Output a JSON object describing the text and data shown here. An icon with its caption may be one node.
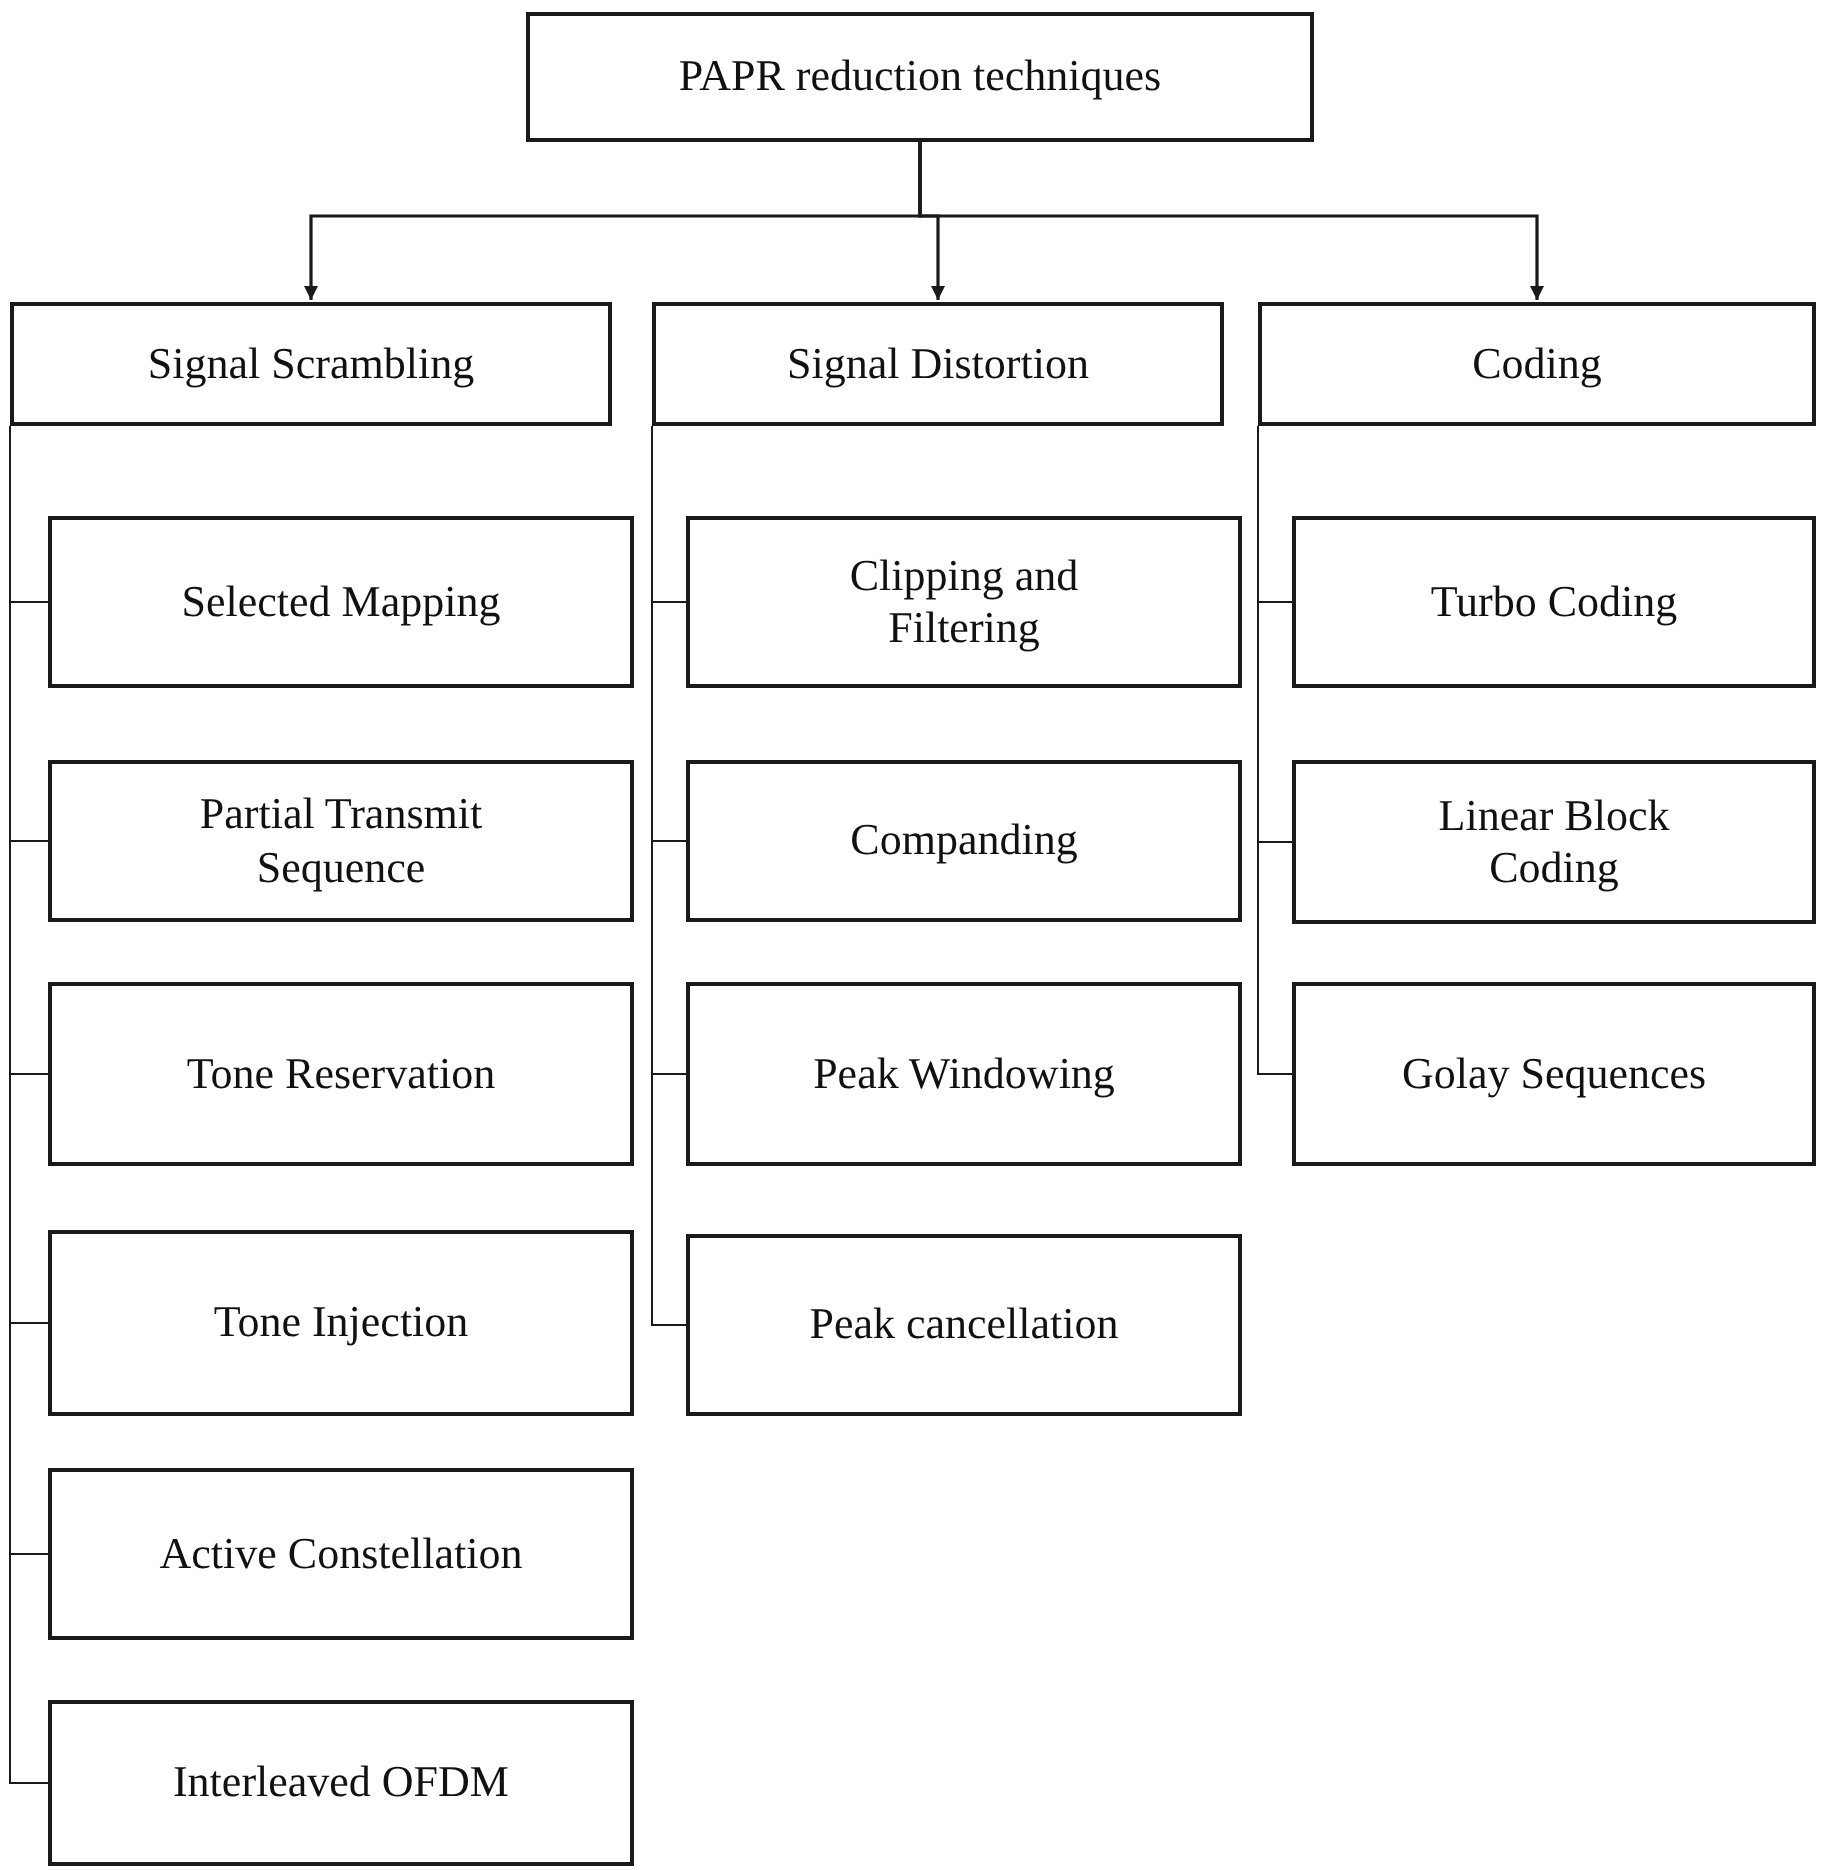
{
  "diagram": {
    "nodes": [
      {
        "text": [
          "PAPR reduction techniques"
        ]
      },
      {
        "text": [
          "Signal Scrambling"
        ]
      },
      {
        "text": [
          "Signal Distortion"
        ]
      },
      {
        "text": [
          "Coding"
        ]
      },
      {
        "text": [
          "Selected Mapping"
        ]
      },
      {
        "text": [
          "Partial Transmit Sequence"
        ]
      },
      {
        "text": [
          "Tone Reservation"
        ]
      },
      {
        "text": [
          "Tone Injection"
        ]
      },
      {
        "text": [
          "Active Constellation"
        ]
      },
      {
        "text": [
          "Interleaved OFDM"
        ]
      },
      {
        "text": [
          "Clipping and Filtering"
        ]
      },
      {
        "text": [
          "Companding"
        ]
      },
      {
        "text": [
          "Peak Windowing"
        ]
      },
      {
        "text": [
          "Peak cancellation"
        ]
      },
      {
        "text": [
          "Turbo Coding"
        ]
      },
      {
        "text": [
          "Linear Block Coding"
        ]
      },
      {
        "text": [
          "Golay Sequences"
        ]
      }
    ],
    "edges": [
      {
        "from": 0,
        "to": 1,
        "arrow": "to"
      },
      {
        "from": 0,
        "to": 2,
        "arrow": "to"
      },
      {
        "from": 0,
        "to": 3,
        "arrow": "to"
      },
      {
        "from": 1,
        "to": 4,
        "arrow": "none"
      },
      {
        "from": 1,
        "to": 5,
        "arrow": "none"
      },
      {
        "from": 1,
        "to": 6,
        "arrow": "none"
      },
      {
        "from": 1,
        "to": 7,
        "arrow": "none"
      },
      {
        "from": 1,
        "to": 8,
        "arrow": "none"
      },
      {
        "from": 1,
        "to": 9,
        "arrow": "none"
      },
      {
        "from": 2,
        "to": 10,
        "arrow": "none"
      },
      {
        "from": 2,
        "to": 11,
        "arrow": "none"
      },
      {
        "from": 2,
        "to": 12,
        "arrow": "none"
      },
      {
        "from": 2,
        "to": 13,
        "arrow": "none"
      },
      {
        "from": 3,
        "to": 14,
        "arrow": "none"
      },
      {
        "from": 3,
        "to": 15,
        "arrow": "none"
      },
      {
        "from": 3,
        "to": 16,
        "arrow": "none"
      }
    ]
  }
}
